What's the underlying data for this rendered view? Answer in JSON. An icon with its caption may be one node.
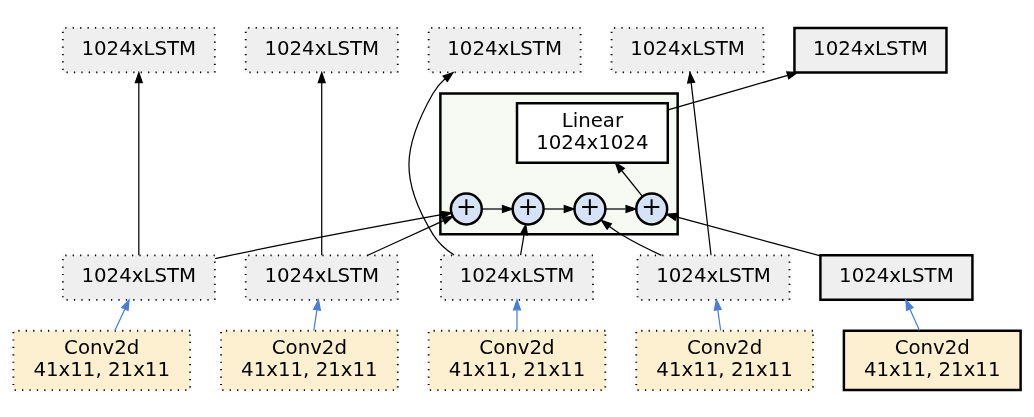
{
  "diagram": {
    "nodes": [
      {
        "text": [
          "1024xLSTM"
        ]
      },
      {
        "text": [
          "1024xLSTM"
        ]
      },
      {
        "text": [
          "1024xLSTM"
        ]
      },
      {
        "text": [
          "1024xLSTM"
        ]
      },
      {
        "text": [
          "1024xLSTM"
        ]
      },
      {
        "text": [],
        "shape": "box"
      },
      {
        "text": [
          "Linear",
          "1024x1024"
        ],
        "in": 5
      },
      {
        "text": [
          "+"
        ],
        "in": 5
      },
      {
        "text": [
          "+"
        ],
        "in": 5
      },
      {
        "text": [
          "+"
        ],
        "in": 5
      },
      {
        "text": [
          "+"
        ],
        "in": 5
      },
      {
        "text": [
          "1024xLSTM"
        ]
      },
      {
        "text": [
          "1024xLSTM"
        ]
      },
      {
        "text": [
          "1024xLSTM"
        ]
      },
      {
        "text": [
          "1024xLSTM"
        ]
      },
      {
        "text": [
          "1024xLSTM"
        ]
      },
      {
        "text": [
          "Conv2d",
          "41x11, 21x11"
        ]
      },
      {
        "text": [
          "Conv2d",
          "41x11, 21x11"
        ]
      },
      {
        "text": [
          "Conv2d",
          "41x11, 21x11"
        ]
      },
      {
        "text": [
          "Conv2d",
          "41x11, 21x11"
        ]
      },
      {
        "text": [
          "Conv2d",
          "41x11, 21x11"
        ]
      }
    ],
    "edges": [
      {
        "from": 16,
        "to": 11,
        "arrow": "to",
        "color": "#4a7fd6"
      },
      {
        "from": 17,
        "to": 12,
        "arrow": "to",
        "color": "#4a7fd6"
      },
      {
        "from": 18,
        "to": 13,
        "arrow": "to",
        "color": "#4a7fd6"
      },
      {
        "from": 19,
        "to": 14,
        "arrow": "to",
        "color": "#4a7fd6"
      },
      {
        "from": 20,
        "to": 15,
        "arrow": "to",
        "color": "#4a7fd6"
      },
      {
        "from": 11,
        "to": 0,
        "arrow": "to"
      },
      {
        "from": 12,
        "to": 1,
        "arrow": "to"
      },
      {
        "from": 13,
        "to": 2,
        "arrow": "to"
      },
      {
        "from": 14,
        "to": 3,
        "arrow": "to"
      },
      {
        "from": 11,
        "to": 7,
        "arrow": "to"
      },
      {
        "from": 12,
        "to": 7,
        "arrow": "to"
      },
      {
        "from": 7,
        "to": 8,
        "arrow": "to"
      },
      {
        "from": 13,
        "to": 8,
        "arrow": "to"
      },
      {
        "from": 8,
        "to": 9,
        "arrow": "to"
      },
      {
        "from": 14,
        "to": 9,
        "arrow": "to"
      },
      {
        "from": 9,
        "to": 10,
        "arrow": "to"
      },
      {
        "from": 15,
        "to": 10,
        "arrow": "to"
      },
      {
        "from": 10,
        "to": 6,
        "arrow": "to"
      },
      {
        "from": 6,
        "to": 4,
        "arrow": "to"
      }
    ]
  }
}
